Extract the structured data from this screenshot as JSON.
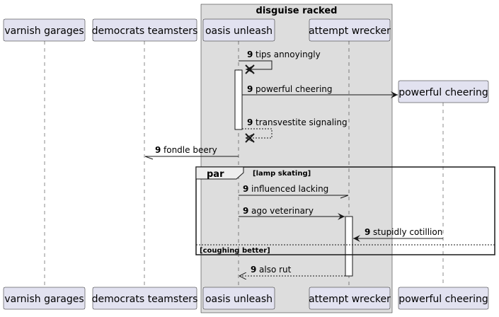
{
  "colors": {
    "participant_fill": "#E2E2F0",
    "participant_stroke": "#181818",
    "box_fill": "#DDDDDD",
    "activation_fill": "#FFFFFF",
    "line": "#181818"
  },
  "box": {
    "title": "disguise racked"
  },
  "participants": {
    "varnish": "varnish garages",
    "democrats": "democrats teamsters",
    "oasis": "oasis unleash",
    "attempt": "attempt wrecker",
    "powerful": "powerful cheering"
  },
  "messages": [
    {
      "num": "9",
      "text": "tips annoyingly",
      "style": "self-destroy"
    },
    {
      "num": "9",
      "text": "powerful cheering",
      "style": "create"
    },
    {
      "num": "9",
      "text": "transvestite signaling",
      "style": "self-dashed-destroy"
    },
    {
      "num": "9",
      "text": "fondle beery",
      "style": "half-arrow"
    },
    {
      "num": "9",
      "text": "influenced lacking",
      "style": "half-arrow"
    },
    {
      "num": "9",
      "text": "ago veterinary",
      "style": "solid"
    },
    {
      "num": "9",
      "text": "stupidly cotillion",
      "style": "solid"
    },
    {
      "num": "9",
      "text": "also rut",
      "style": "dashed-return"
    }
  ],
  "group": {
    "keyword": "par",
    "condition": "[lamp skating]",
    "else_condition": "[coughing better]"
  }
}
